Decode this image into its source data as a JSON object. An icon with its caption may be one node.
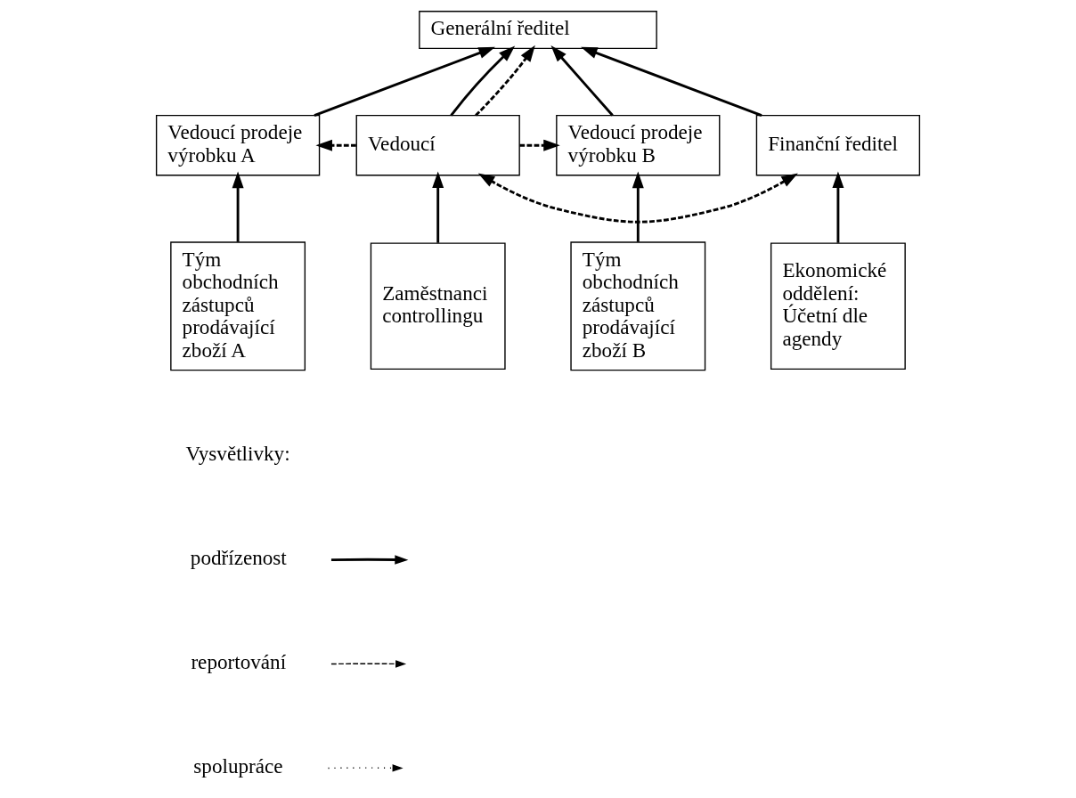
{
  "diagram": {
    "nodes": [
      {
        "text": [
          "Generální ředitel"
        ]
      },
      {
        "text": [
          "Vedoucí prodeje výrobku A"
        ]
      },
      {
        "text": [
          "Vedoucí prodeje výrobku B"
        ]
      },
      {
        "text": [
          "Finanční ředitel"
        ]
      },
      {
        "text": [
          "Vedoucí"
        ]
      },
      {
        "text": [
          "Tým obchodních zástupců prodávající zboží A"
        ]
      },
      {
        "text": [
          "Tým obchodních zástupců prodávající zboží B"
        ]
      },
      {
        "text": [
          "Ekonomické oddělení: Účetní dle agendy"
        ]
      },
      {
        "text": [
          "Zaměstnanci controllingu"
        ]
      }
    ],
    "edges": [
      {
        "from": 1,
        "to": 0,
        "arrow": "to"
      },
      {
        "from": 2,
        "to": 0,
        "arrow": "to"
      },
      {
        "from": 3,
        "to": 0,
        "arrow": "to"
      },
      {
        "from": 4,
        "to": 0,
        "arrow": "to"
      },
      {
        "from": 4,
        "to": 0,
        "arrow": "to",
        "style": "dashed"
      },
      {
        "from": 4,
        "to": 1,
        "arrow": "to",
        "style": "dashed"
      },
      {
        "from": 4,
        "to": 2,
        "arrow": "to",
        "style": "dashed"
      },
      {
        "from": 3,
        "to": 4,
        "arrow": "both",
        "style": "dashed"
      },
      {
        "from": 5,
        "to": 1,
        "arrow": "to"
      },
      {
        "from": 6,
        "to": 2,
        "arrow": "to"
      },
      {
        "from": 7,
        "to": 3,
        "arrow": "to"
      },
      {
        "from": 8,
        "to": 4,
        "arrow": "to"
      }
    ],
    "labels": [
      "Vysvětlivky:"
    ],
    "legend": [
      {
        "text": "podřízenost"
      },
      {
        "text": "reportování"
      },
      {
        "text": "spolupráce"
      }
    ]
  }
}
